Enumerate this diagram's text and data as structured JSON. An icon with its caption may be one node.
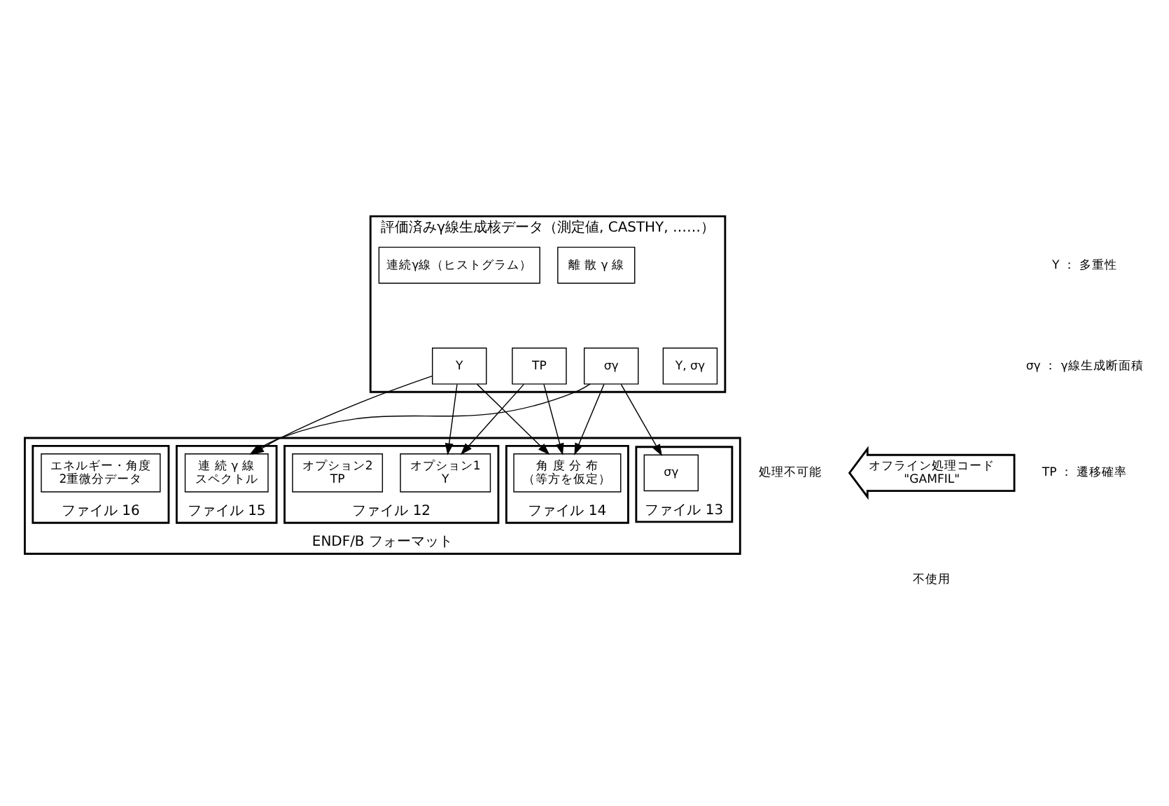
{
  "diagram": {
    "nodes": [
      {
        "text": [
          "評価済みγ線生成核データ（測定値, CASTHY, ……）"
        ]
      },
      {
        "text": [
          "連続γ線（ヒストグラム）"
        ],
        "in": 0
      },
      {
        "text": [
          "離 散 γ 線"
        ],
        "in": 0
      },
      {
        "text": [
          "Y"
        ],
        "in": 0
      },
      {
        "text": [
          "σγ"
        ],
        "in": 0
      },
      {
        "text": [
          "TP"
        ],
        "in": 0
      },
      {
        "text": [
          "Y, σγ"
        ],
        "in": 0
      },
      {
        "text": [
          "オフライン処理コード",
          "\"GAMFIL\""
        ]
      },
      {
        "text": [
          "ENDF/B フォーマット"
        ]
      },
      {
        "text": [
          "ファイル 12"
        ],
        "in": 8
      },
      {
        "text": [
          "オプション1",
          "Y"
        ],
        "in": 9
      },
      {
        "text": [
          "オプション2",
          "TP"
        ],
        "in": 9
      },
      {
        "text": [
          "ファイル 13"
        ],
        "in": 8
      },
      {
        "text": [
          "σγ"
        ],
        "in": 12
      },
      {
        "text": [
          "ファイル 14"
        ],
        "in": 8
      },
      {
        "text": [
          "角 度 分 布",
          "（等方を仮定）"
        ],
        "in": 14
      },
      {
        "text": [
          "ファイル 15"
        ],
        "in": 8
      },
      {
        "text": [
          "連 続 γ 線",
          "スペクトル"
        ],
        "in": 16
      },
      {
        "text": [
          "ファイル 16"
        ],
        "in": 8
      },
      {
        "text": [
          "エネルギー・角度",
          "2重微分データ"
        ],
        "in": 18
      }
    ],
    "edges": [
      {
        "from": 3,
        "to": 10,
        "arrow": "to"
      },
      {
        "from": 3,
        "to": 15,
        "arrow": "to"
      },
      {
        "from": 3,
        "to": 17,
        "arrow": "to"
      },
      {
        "from": 4,
        "to": 13,
        "arrow": "to"
      },
      {
        "from": 4,
        "to": 15,
        "arrow": "to"
      },
      {
        "from": 4,
        "to": 17,
        "arrow": "to"
      },
      {
        "from": 5,
        "to": 10,
        "arrow": "to"
      },
      {
        "from": 5,
        "to": 15,
        "arrow": "to"
      }
    ],
    "labels": [
      "Y ： 多重性",
      "σγ ： γ線生成断面積",
      "TP ： 遷移確率",
      "処理不可能",
      "不使用"
    ]
  }
}
